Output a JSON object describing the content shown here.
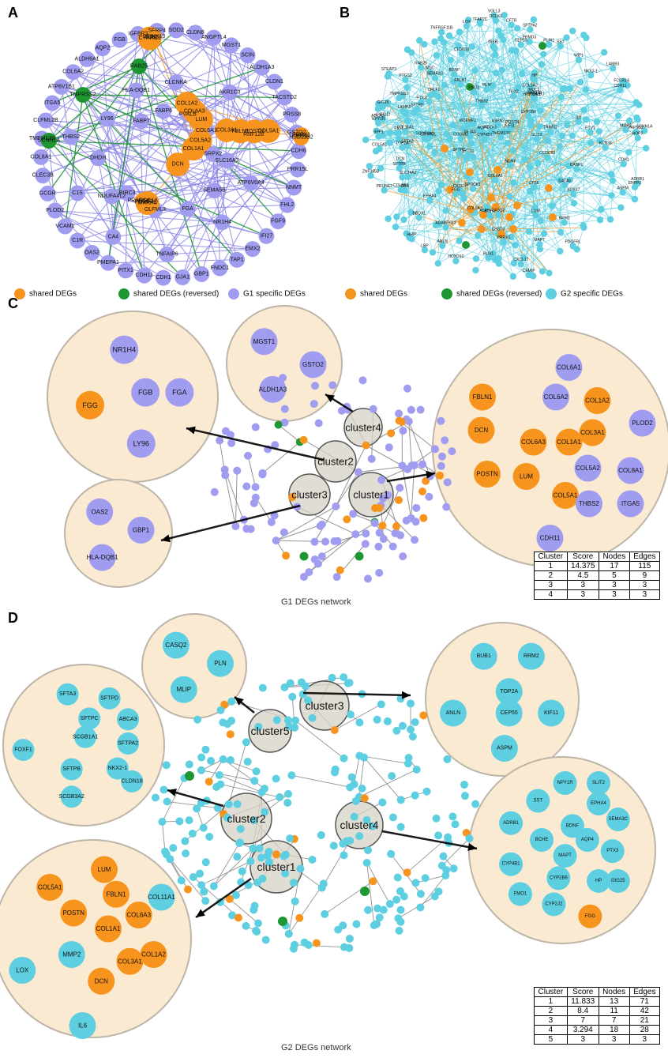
{
  "panels": {
    "A": {
      "letter": "A",
      "legend": [
        "shared DEGs",
        "shared DEGs (reversed)",
        "G1 specific DEGs"
      ],
      "nodes": {
        "shared": [
          "COL3A1",
          "COL1A1",
          "COL1A2",
          "COL5A1",
          "COL5A2",
          "COL6A3",
          "POSTN",
          "DCN",
          "LUM",
          "FBLN1",
          "MXRA5",
          "CTHRC1",
          "PRRX1",
          "PDGFRL",
          "GJB2",
          "REN",
          "FGG",
          "SPINK13",
          "HSD11B2",
          "PRARGC1A"
        ],
        "reversed": [
          "SCNN1A",
          "TMPRSS2",
          "RAB25"
        ],
        "specific": [
          "SOD2",
          "CLDN8",
          "ANGPTL4",
          "MGST1",
          "SCIN",
          "ALDH1A3",
          "CLDN1",
          "TACSTD2",
          "PRSS8",
          "GSTO2",
          "CDH6",
          "PRR15L",
          "NNMT",
          "FHL2",
          "FGF9",
          "IFI27",
          "EMX2",
          "TAP1",
          "FNDC1",
          "GBP1",
          "GJA1",
          "CDH1",
          "CDH11",
          "PITX1",
          "PMEPA1",
          "OAS2",
          "C1R",
          "VCAM1",
          "PLOD2",
          "GCGR",
          "CLEC3B",
          "COL8A1",
          "TMEM139",
          "CLFML2B",
          "ITGA5",
          "ATP6V1B1",
          "COL6A2",
          "ALDH6A1",
          "AQP2",
          "FGB",
          "IGFBP3",
          "SFRP4",
          "SRPX2",
          "BIRC3",
          "CLCNKA",
          "NR1H4",
          "THBS2",
          "COL6A1",
          "OLFML3",
          "HLA-DQB1",
          "ATP6V0A4",
          "C1S",
          "PVALB",
          "FGA",
          "LY96",
          "RNF128",
          "CA4",
          "FABP6",
          "SEMA5B",
          "DHDH",
          "AKR1C3",
          "TNFAIP6",
          "FABP7",
          "SLC16A3",
          "NDUFA4L2"
        ]
      }
    },
    "B": {
      "letter": "B",
      "legend": [
        "shared DEGs",
        "shared DEGs (reversed)",
        "G2 specific DEGs"
      ],
      "labels": [
        "CASQ2",
        "MLIP",
        "TMEM130",
        "RAB27B",
        "SFTA2",
        "DCLK1",
        "BASP1",
        "PLIN1",
        "SFTA3",
        "SFTPD",
        "MSC",
        "MCEMP1",
        "CXCL17",
        "FRMD3",
        "VGLL3",
        "PAPSS2",
        "ZNF385B",
        "SFTPA2",
        "SLC34A2",
        "TOX2",
        "LAMP3",
        "CCDC69",
        "NKX2-1",
        "HOPX",
        "SCGB1A1",
        "SFTPB",
        "ABCA3",
        "CEMIP",
        "BBOX1",
        "FMO1",
        "CYP4B1",
        "TRIM22",
        "NPY1R",
        "HOXD10",
        "SOX17",
        "HIST1H2BJ",
        "SLIT2",
        "EPHA4",
        "SEMA3C",
        "ADRB1",
        "BDNF",
        "AQP4",
        "MAPT",
        "PTX3",
        "CYP2B6",
        "CYP2J2",
        "HP",
        "GIG25",
        "FGG",
        "CTSE",
        "LOX",
        "COL11A1",
        "IL6",
        "MMP2",
        "FBLN1",
        "COL1A2",
        "COL5A1",
        "COL3A1",
        "COL6A3",
        "POSTN",
        "DCN",
        "LUM",
        "CTHRC1",
        "PRRX1",
        "PDGFRL",
        "REN",
        "TMPRSS2",
        "RAB25",
        "SCNN1A",
        "NDNF",
        "PTGS2",
        "CXCL3",
        "MUC1",
        "INSR",
        "SST",
        "BCHE",
        "LBP",
        "TNFRSF11B",
        "FCER1A",
        "CFTR",
        "ASPN",
        "TOP2A",
        "BUB1",
        "RRM2",
        "KIF11",
        "CEP55",
        "ANLN",
        "ASPM",
        "CLDN18",
        "SFTPC",
        "CDH11",
        "THBS2",
        "ITGA5",
        "COL6A1",
        "COL6A2",
        "CDH1",
        "PRUNE2",
        "ETV1",
        "PDZK1",
        "HHIP",
        "ADAMTS12",
        "STEAP3",
        "KCNJ3",
        "SYT13",
        "SPOCK1",
        "LAMB3",
        "ENPP2",
        "WIF1",
        "PID1",
        "CRLF1",
        "GATA6",
        "CHST9",
        "SPP1",
        "TFAP2C",
        "ASPN2"
      ]
    },
    "C": {
      "letter": "C",
      "caption": "G1 DEGs network",
      "cluster_labels": [
        "cluster1",
        "cluster2",
        "cluster3",
        "cluster4"
      ],
      "clusters": {
        "cluster1": {
          "nodes": [
            {
              "name": "COL6A1",
              "shared": false
            },
            {
              "name": "FBLN1",
              "shared": true
            },
            {
              "name": "COL6A2",
              "shared": false
            },
            {
              "name": "COL1A2",
              "shared": true
            },
            {
              "name": "PLOD2",
              "shared": false
            },
            {
              "name": "DCN",
              "shared": true
            },
            {
              "name": "COL3A1",
              "shared": true
            },
            {
              "name": "COL6A3",
              "shared": true
            },
            {
              "name": "COL1A1",
              "shared": true
            },
            {
              "name": "COL5A2",
              "shared": false
            },
            {
              "name": "COL8A1",
              "shared": false
            },
            {
              "name": "POSTN",
              "shared": true
            },
            {
              "name": "LUM",
              "shared": true
            },
            {
              "name": "COL5A1",
              "shared": true
            },
            {
              "name": "THBS2",
              "shared": false
            },
            {
              "name": "ITGA5",
              "shared": false
            },
            {
              "name": "CDH11",
              "shared": false
            }
          ]
        },
        "cluster2": {
          "nodes": [
            {
              "name": "NR1H4",
              "shared": false
            },
            {
              "name": "FGB",
              "shared": false
            },
            {
              "name": "FGA",
              "shared": false
            },
            {
              "name": "FGG",
              "shared": true
            },
            {
              "name": "LY96",
              "shared": false
            }
          ]
        },
        "cluster3": {
          "nodes": [
            {
              "name": "OAS2",
              "shared": false
            },
            {
              "name": "GBP1",
              "shared": false
            },
            {
              "name": "HLA-DQB1",
              "shared": false
            }
          ]
        },
        "cluster4": {
          "nodes": [
            {
              "name": "MGST1",
              "shared": false
            },
            {
              "name": "GSTO2",
              "shared": false
            },
            {
              "name": "ALDH1A3",
              "shared": false
            }
          ]
        }
      },
      "table": {
        "headers": [
          "Cluster",
          "Score",
          "Nodes",
          "Edges"
        ],
        "rows": [
          [
            "1",
            "14.375",
            "17",
            "115"
          ],
          [
            "2",
            "4.5",
            "5",
            "9"
          ],
          [
            "3",
            "3",
            "3",
            "3"
          ],
          [
            "4",
            "3",
            "3",
            "3"
          ]
        ]
      }
    },
    "D": {
      "letter": "D",
      "caption": "G2 DEGs network",
      "cluster_labels": [
        "cluster1",
        "cluster2",
        "cluster3",
        "cluster4",
        "cluster5"
      ],
      "clusters": {
        "cluster1": {
          "nodes": [
            {
              "name": "LUM",
              "shared": true
            },
            {
              "name": "COL5A1",
              "shared": true
            },
            {
              "name": "FBLN1",
              "shared": true
            },
            {
              "name": "COL11A1",
              "shared": false
            },
            {
              "name": "POSTN",
              "shared": true
            },
            {
              "name": "COL6A3",
              "shared": true
            },
            {
              "name": "COL1A1",
              "shared": true
            },
            {
              "name": "MMP2",
              "shared": false
            },
            {
              "name": "COL1A2",
              "shared": true
            },
            {
              "name": "LOX",
              "shared": false
            },
            {
              "name": "COL3A1",
              "shared": true
            },
            {
              "name": "DCN",
              "shared": true
            },
            {
              "name": "IL6",
              "shared": false
            }
          ]
        },
        "cluster2": {
          "nodes": [
            {
              "name": "SFTA3",
              "shared": false
            },
            {
              "name": "SFTPD",
              "shared": false
            },
            {
              "name": "SFTPC",
              "shared": false
            },
            {
              "name": "ABCA3",
              "shared": false
            },
            {
              "name": "SCGB1A1",
              "shared": false
            },
            {
              "name": "SFTPA2",
              "shared": false
            },
            {
              "name": "FOXF1",
              "shared": false
            },
            {
              "name": "NKX2-1",
              "shared": false
            },
            {
              "name": "SFTPB",
              "shared": false
            },
            {
              "name": "CLDN18",
              "shared": false
            },
            {
              "name": "SCGB3A2",
              "shared": false
            }
          ]
        },
        "cluster3": {
          "nodes": [
            {
              "name": "BUB1",
              "shared": false
            },
            {
              "name": "RRM2",
              "shared": false
            },
            {
              "name": "TOP2A",
              "shared": false
            },
            {
              "name": "ANLN",
              "shared": false
            },
            {
              "name": "CEP55",
              "shared": false
            },
            {
              "name": "KIF11",
              "shared": false
            },
            {
              "name": "ASPM",
              "shared": false
            }
          ]
        },
        "cluster4": {
          "nodes": [
            {
              "name": "NPY1R",
              "shared": false
            },
            {
              "name": "SLIT2",
              "shared": false
            },
            {
              "name": "SST",
              "shared": false
            },
            {
              "name": "EPHA4",
              "shared": false
            },
            {
              "name": "SEMA3C",
              "shared": false
            },
            {
              "name": "ADRB1",
              "shared": false
            },
            {
              "name": "BDNF",
              "shared": false
            },
            {
              "name": "BCHE",
              "shared": false
            },
            {
              "name": "MAPT",
              "shared": false
            },
            {
              "name": "AQP4",
              "shared": false
            },
            {
              "name": "PTX3",
              "shared": false
            },
            {
              "name": "CYP4B1",
              "shared": false
            },
            {
              "name": "CYP2B6",
              "shared": false
            },
            {
              "name": "HP",
              "shared": false
            },
            {
              "name": "GIG25",
              "shared": false
            },
            {
              "name": "FMO1",
              "shared": false
            },
            {
              "name": "CYP2J2",
              "shared": false
            },
            {
              "name": "FGG",
              "shared": true
            }
          ]
        },
        "cluster5": {
          "nodes": [
            {
              "name": "CASQ2",
              "shared": false
            },
            {
              "name": "PLN",
              "shared": false
            },
            {
              "name": "MLIP",
              "shared": false
            }
          ]
        }
      },
      "table": {
        "headers": [
          "Cluster",
          "Score",
          "Nodes",
          "Edges"
        ],
        "rows": [
          [
            "1",
            "11.833",
            "13",
            "71"
          ],
          [
            "2",
            "8.4",
            "11",
            "42"
          ],
          [
            "3",
            "7",
            "7",
            "21"
          ],
          [
            "4",
            "3.294",
            "18",
            "28"
          ],
          [
            "5",
            "3",
            "3",
            "3"
          ]
        ]
      }
    }
  },
  "colors": {
    "shared": "#f7941d",
    "reversed": "#1e9632",
    "g1": "#a09cf0",
    "g2": "#5ecfe0",
    "edge_purple": "#8f8ae8",
    "edge_orange": "#f7941d",
    "edge_green": "#1e9632",
    "edge_cyan": "#5ecfe0",
    "edge_gray": "#888888",
    "circle_bg": "#fbead2",
    "circle_border": "#bdb5a8",
    "cluster_bg": "#d6d1c6"
  }
}
